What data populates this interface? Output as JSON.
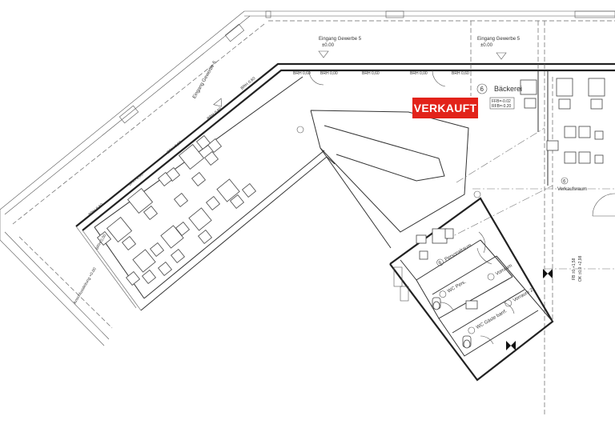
{
  "status_badge": "VERKAUFT",
  "rooms": {
    "baeckerei_number": "6",
    "baeckerei_name": "Bäckerei",
    "baeckerei_level_1": "FFB=-0.02",
    "baeckerei_level_2": "RFB=-0.20",
    "verkaufsraum": "Verkaufsraum",
    "verkaufsraum_number": "6",
    "personalraum": "Personalraum",
    "personalraum_number": "6",
    "vorraum_1": "Vorraum",
    "vorraum_2": "Vorraum 2",
    "wc_personal": "WC Pers.",
    "wc_gaeste": "WC Gäste barrf."
  },
  "labels": {
    "eingang_gewerbe_5": "Eingang Gewerbe 5",
    "eingang_gewerbe_5_level": "±0.00",
    "eingang_gewerbe_5b": "Eingang Gewerbe 5",
    "eingang_gewerbe_5b_level": "±0.00",
    "eingang_gewerbe_6": "Eingang Gewerbe 6",
    "anschlussleitung": "Anschlussleitung +0.00",
    "brh_1": "BRH 0,60",
    "brh_2": "BRH 0,00",
    "brh_3": "BRH 0,60",
    "brh_4": "BRH 0,00",
    "brh_5": "BRH 0,60",
    "brh_6": "BRH 0,60",
    "brh_7": "BRH 0,60",
    "brh_8": "BRH 0,60",
    "brh_9": "BRH 0,60",
    "brh_10": "BRH 0,60",
    "brh_11": "BRH 0,00",
    "level_code_1": "OK ±0,0 +2,98",
    "level_code_2": "FB ±0 +1,58"
  }
}
